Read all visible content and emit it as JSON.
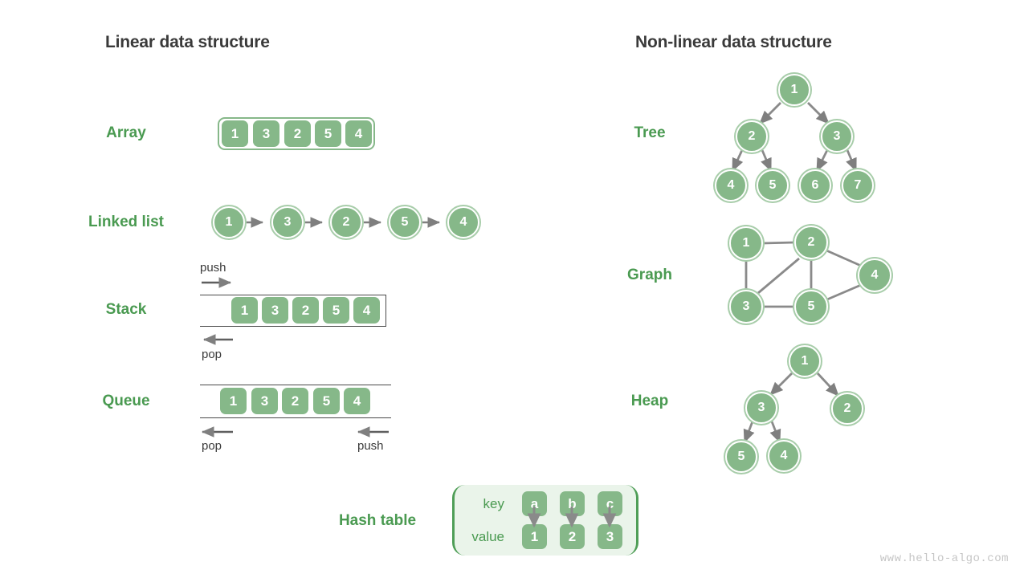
{
  "page": {
    "watermark": "www.hello-algo.com",
    "background": "#ffffff",
    "colors": {
      "node_fill": "#86b889",
      "node_ring": "#a8cdaa",
      "label_green": "#4a9a51",
      "title_gray": "#3a3a3a",
      "arrow_gray": "#7f7f7f",
      "hash_panel_bg": "#eaf4ea",
      "hash_panel_border": "#4f9e57",
      "frame_line": "#4a4a4a",
      "watermark_gray": "#c6c6c6"
    }
  },
  "columns": {
    "linear": {
      "title": "Linear data structure"
    },
    "nonlinear": {
      "title": "Non-linear data structure"
    }
  },
  "linear": {
    "array": {
      "label": "Array",
      "values": [
        "1",
        "3",
        "2",
        "5",
        "4"
      ]
    },
    "linked_list": {
      "label": "Linked list",
      "values": [
        "1",
        "3",
        "2",
        "5",
        "4"
      ]
    },
    "stack": {
      "label": "Stack",
      "values": [
        "1",
        "3",
        "2",
        "5",
        "4"
      ],
      "push_label": "push",
      "pop_label": "pop"
    },
    "queue": {
      "label": "Queue",
      "values": [
        "1",
        "3",
        "2",
        "5",
        "4"
      ],
      "pop_label": "pop",
      "push_label": "push"
    },
    "hash_table": {
      "label": "Hash table",
      "key_label": "key",
      "value_label": "value",
      "keys": [
        "a",
        "b",
        "c"
      ],
      "values": [
        "1",
        "2",
        "3"
      ]
    }
  },
  "nonlinear": {
    "tree": {
      "label": "Tree",
      "nodes": [
        "1",
        "2",
        "3",
        "4",
        "5",
        "6",
        "7"
      ]
    },
    "graph": {
      "label": "Graph",
      "nodes": [
        "1",
        "2",
        "3",
        "4",
        "5"
      ],
      "edges": [
        "1-2",
        "1-3",
        "2-3",
        "2-5",
        "2-4",
        "3-5",
        "5-4"
      ]
    },
    "heap": {
      "label": "Heap",
      "nodes": [
        "1",
        "3",
        "2",
        "5",
        "4"
      ]
    }
  }
}
